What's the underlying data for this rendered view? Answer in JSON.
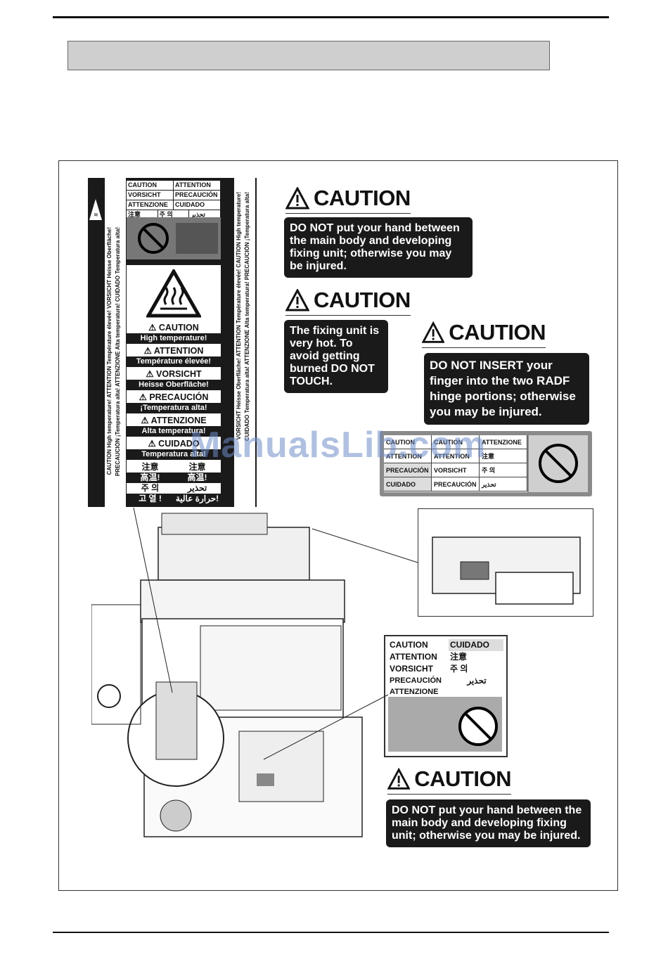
{
  "labels": {
    "caution_word": "CAUTION",
    "msg1": "DO NOT put your hand between the main body and developing fixing unit; otherwise you may be injured.",
    "msg2": "The fixing unit is very hot. To avoid getting burned DO NOT TOUCH.",
    "msg3": "DO NOT INSERT your finger into the two RADF hinge portions; otherwise you may be injured.",
    "msg4": "DO NOT put your hand between the main body and developing fixing unit; otherwise you may be injured."
  },
  "vertical_label": {
    "multi": [
      [
        "CAUTION",
        "ATTENTION"
      ],
      [
        "VORSICHT",
        "PRECAUCIÓN"
      ],
      [
        "ATTENZIONE",
        "CUIDADO"
      ],
      [
        "注意",
        "주 의",
        "تحذير"
      ]
    ],
    "rows": [
      {
        "h": "CAUTION",
        "s": "High temperature!"
      },
      {
        "h": "ATTENTION",
        "s": "Température élevée!"
      },
      {
        "h": "VORSICHT",
        "s": "Heisse Oberfläche!"
      },
      {
        "h": "PRECAUCIÓN",
        "s": "¡Temperatura alta!"
      },
      {
        "h": "ATTENZIONE",
        "s": "Alta temperatura!"
      },
      {
        "h": "CUIDADO",
        "s": "Temperatura alta!"
      }
    ],
    "asian": [
      [
        "注意",
        "注意"
      ],
      [
        "高温!",
        "高温!"
      ],
      [
        "주 의",
        "تحذير"
      ],
      [
        "고 열 !",
        "حرارة عالية!"
      ]
    ],
    "left_strip": "CAUTION High temperature!  ATTENTION Température élevée!  VORSICHT Heisse Oberfläche!",
    "left_strip2": "PRECAUCIÓN ¡Temperatura alta!  ATTENZIONE Alta temperatura!  CUIDADO Temperatura alta!",
    "right_strip": "VORSICHT Heisse Oberfläche!  ATTENTION Température élevée!  CAUTION High temperature!",
    "right_strip2": "CUIDADO Temperatura alta!  ATTENZIONE Alta temperatura!  PRECAUCIÓN ¡Temperatura alta!"
  },
  "radf_label": [
    [
      "CAUTION",
      "CAUTION",
      "ATTENZIONE"
    ],
    [
      "ATTENTION",
      "ATTENTION",
      "注意"
    ],
    [
      "PRECAUCIÓN",
      "VORSICHT",
      "주 의"
    ],
    [
      "CUIDADO",
      "PRECAUCIÓN",
      "تحذير"
    ]
  ],
  "lower_label": [
    [
      "CAUTION",
      "CUIDADO"
    ],
    [
      "ATTENTION",
      "注意"
    ],
    [
      "VORSICHT",
      "주 의"
    ],
    [
      "PRECAUCIÓN",
      "تحذير"
    ],
    [
      "ATTENZIONE",
      ""
    ]
  ],
  "watermark": "ManualsLib.com"
}
